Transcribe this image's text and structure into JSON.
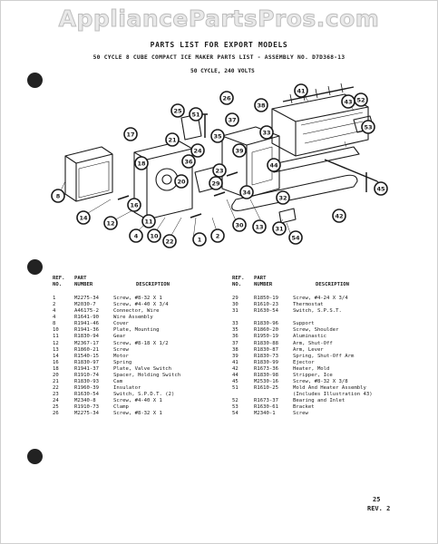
{
  "watermark": "AppliancePartsPros.com",
  "title": "PARTS LIST FOR EXPORT MODELS",
  "subtitle": "50 CYCLE 8 CUBE COMPACT ICE MAKER PARTS LIST - ASSEMBLY NO. D7D368-13",
  "spec": "50 CYCLE, 240 VOLTS",
  "columns": {
    "ref_no": [
      "REF.",
      "NO."
    ],
    "part_number": [
      "PART",
      "NUMBER"
    ],
    "description": "DESCRIPTION"
  },
  "parts_left": [
    {
      "ref": "1",
      "part": "M2275-34",
      "desc": "Screw, #8-32 X 1"
    },
    {
      "ref": "2",
      "part": "M2030-7",
      "desc": "Screw, #4-40 X 3/4"
    },
    {
      "ref": "4",
      "part": "A46175-2",
      "desc": "Connector, Wire"
    },
    {
      "ref": "4",
      "part": "R1641-90",
      "desc": "Wire Assembly"
    },
    {
      "ref": "8",
      "part": "R1941-46",
      "desc": "Cover"
    },
    {
      "ref": "10",
      "part": "R1941-36",
      "desc": "Plate, Mounting"
    },
    {
      "ref": "11",
      "part": "R1830-94",
      "desc": "Gear"
    },
    {
      "ref": "12",
      "part": "M2367-17",
      "desc": "Screw, #8-18 X 1/2"
    },
    {
      "ref": "13",
      "part": "R1860-21",
      "desc": "Screw"
    },
    {
      "ref": "14",
      "part": "R1540-15",
      "desc": "Motor"
    },
    {
      "ref": "16",
      "part": "R1830-97",
      "desc": "Spring"
    },
    {
      "ref": "18",
      "part": "R1941-37",
      "desc": "Plate, Valve Switch"
    },
    {
      "ref": "20",
      "part": "R1910-74",
      "desc": "Spacer, Holding Switch"
    },
    {
      "ref": "21",
      "part": "R1830-93",
      "desc": "Cam"
    },
    {
      "ref": "22",
      "part": "R1960-39",
      "desc": "Insulator"
    },
    {
      "ref": "23",
      "part": "R1630-54",
      "desc": "Switch, S.P.D.T. (2)"
    },
    {
      "ref": "24",
      "part": "M2340-8",
      "desc": "Screw, #4-40 X 1"
    },
    {
      "ref": "25",
      "part": "R1910-73",
      "desc": "Clamp"
    },
    {
      "ref": "26",
      "part": "M2275-34",
      "desc": "Screw, #8-32 X 1"
    }
  ],
  "parts_right": [
    {
      "ref": "29",
      "part": "R1850-19",
      "desc": "Screw, #4-24 X 3/4"
    },
    {
      "ref": "30",
      "part": "R1610-23",
      "desc": "Thermostat"
    },
    {
      "ref": "31",
      "part": "R1630-54",
      "desc": "Switch, S.P.S.T."
    },
    {
      "ref": "",
      "part": "",
      "desc": ""
    },
    {
      "ref": "33",
      "part": "R1830-96",
      "desc": "Support"
    },
    {
      "ref": "35",
      "part": "R1860-20",
      "desc": "Screw, Shoulder"
    },
    {
      "ref": "36",
      "part": "R1950-19",
      "desc": "Aluminastic"
    },
    {
      "ref": "37",
      "part": "R1830-88",
      "desc": "Arm, Shut-Off"
    },
    {
      "ref": "38",
      "part": "R1830-87",
      "desc": "Arm, Lever"
    },
    {
      "ref": "39",
      "part": "R1830-73",
      "desc": "Spring, Shut-Off Arm"
    },
    {
      "ref": "41",
      "part": "R1830-99",
      "desc": "Ejector"
    },
    {
      "ref": "42",
      "part": "R1673-36",
      "desc": "Heater, Mold"
    },
    {
      "ref": "44",
      "part": "R1830-98",
      "desc": "Stripper, Ice"
    },
    {
      "ref": "45",
      "part": "M2530-16",
      "desc": "Screw, #8-32 X 3/8"
    },
    {
      "ref": "51",
      "part": "R1610-25",
      "desc": "Mold And Heater Assembly"
    },
    {
      "ref": "",
      "part": "",
      "desc": "(Includes Illustration 43)"
    },
    {
      "ref": "52",
      "part": "R1673-37",
      "desc": "Bearing and Inlet"
    },
    {
      "ref": "53",
      "part": "R1630-61",
      "desc": "Bracket"
    },
    {
      "ref": "54",
      "part": "M2340-1",
      "desc": "Screw"
    }
  ],
  "callouts": [
    "1",
    "2",
    "4",
    "8",
    "10",
    "11",
    "12",
    "13",
    "14",
    "16",
    "17",
    "18",
    "20",
    "21",
    "22",
    "23",
    "24",
    "25",
    "26",
    "29",
    "30",
    "31",
    "32",
    "33",
    "34",
    "35",
    "36",
    "37",
    "38",
    "39",
    "41",
    "42",
    "43",
    "44",
    "45",
    "51",
    "52",
    "53",
    "54"
  ],
  "page_number": "25",
  "revision": "REV. 2"
}
